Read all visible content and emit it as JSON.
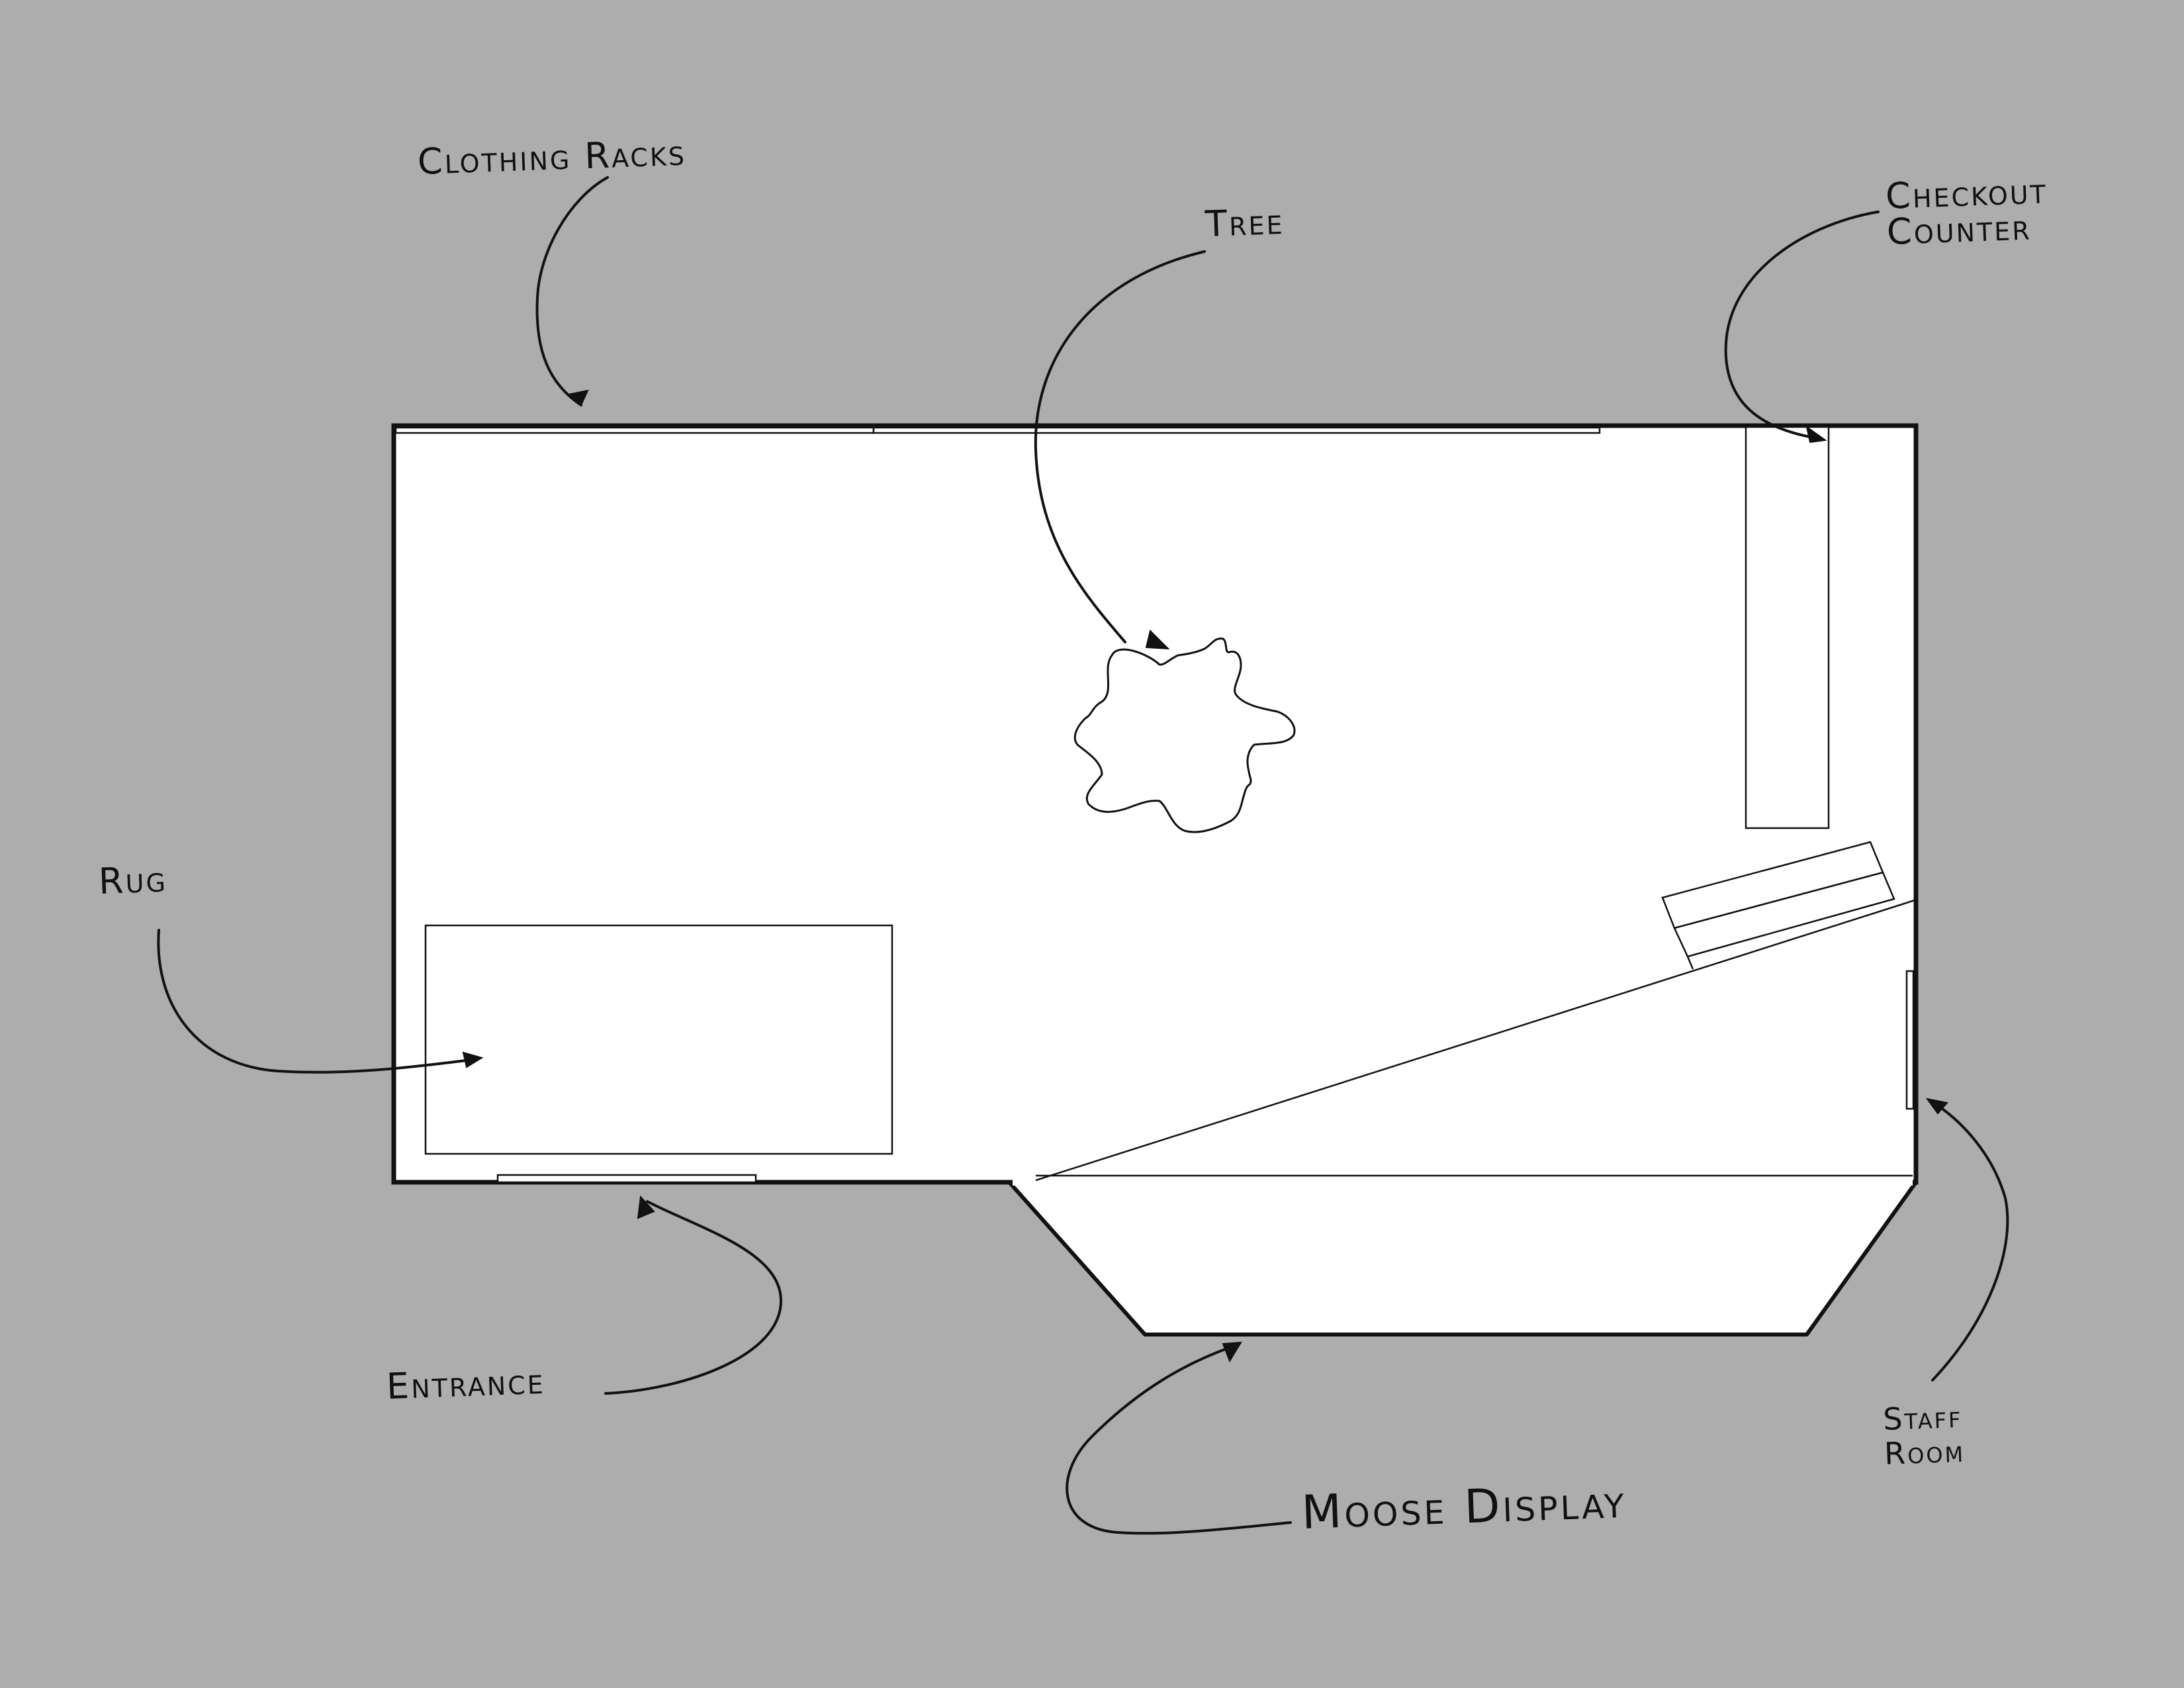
{
  "colors": {
    "background": "#adadad",
    "floor": "#ffffff",
    "ink": "#111111"
  },
  "labels": {
    "clothing_racks": "Clothing Racks",
    "tree": "Tree",
    "checkout_counter_line1": "Checkout",
    "checkout_counter_line2": "Counter",
    "rug": "Rug",
    "entrance": "Entrance",
    "moose_display": "Moose Display",
    "staff_room_line1": "Staff",
    "staff_room_line2": "Room"
  }
}
